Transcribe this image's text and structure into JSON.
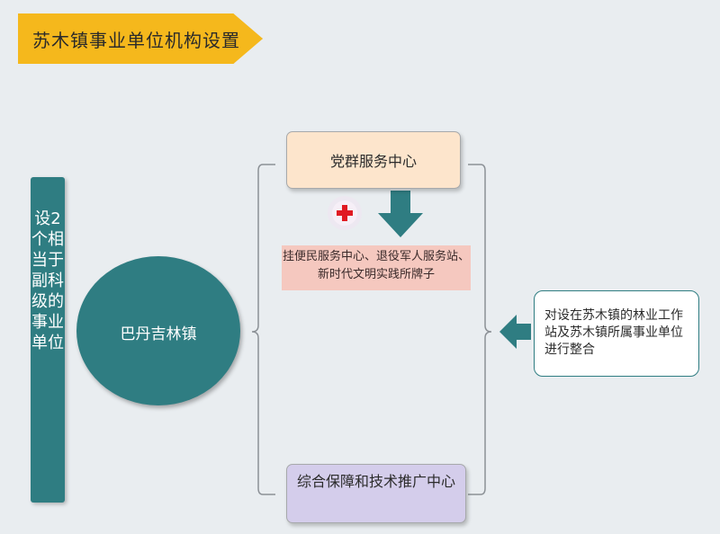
{
  "banner": {
    "title": "苏木镇事业单位机构设置"
  },
  "left_bar": {
    "text": "设2个相当于副科级的事业单位"
  },
  "center_circle": {
    "label": "巴丹吉林镇"
  },
  "boxes": {
    "top": "党群服务中心",
    "added_names": "挂便民服务中心、退役军人服务站、新时代文明实践所牌子",
    "bottom": "综合保障和技术推广中心",
    "right": "对设在苏木镇的林业工作站及苏木镇所属事业单位进行整合"
  },
  "colors": {
    "banner": "#f5b81c",
    "teal": "#2f7d82",
    "top_box": "#fde5cc",
    "pink_box": "#f5c8bf",
    "bottom_box": "#d4cdeb",
    "plus": "#e01a22"
  },
  "icons": [
    "plus-icon",
    "down-arrow-icon",
    "left-arrow-icon"
  ]
}
